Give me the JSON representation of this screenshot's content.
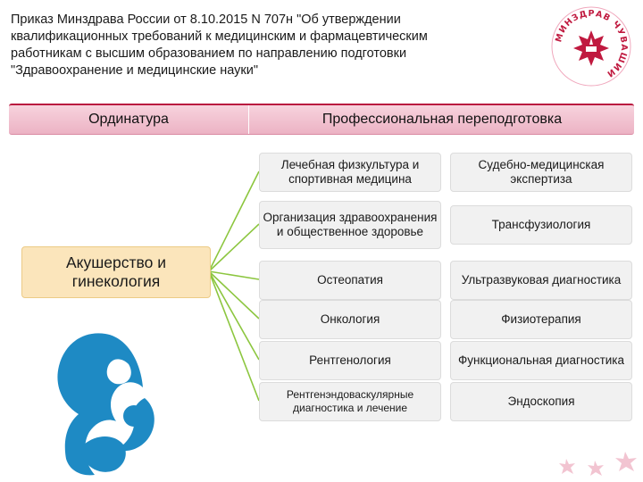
{
  "title": "Приказ Минздрава России от 8.10.2015 N 707н \"Об утверждении\nквалификационных требований к медицинским и фармацевтическим\nработникам с высшим образованием по направлению подготовки\n\"Здравоохранение и медицинские науки\"",
  "logo": {
    "icon": "ministry-emblem-icon",
    "text": "МИНЗДРАВ ЧУВАШИИ",
    "colors": {
      "primary": "#c0193f",
      "secondary": "#f0a8bd"
    }
  },
  "header": {
    "left": "Ординатура",
    "right": "Профессиональная переподготовка"
  },
  "source": {
    "label": "Акушерство и\nгинекология"
  },
  "specialties_left": [
    {
      "label": "Лечебная физкультура и спортивная медицина"
    },
    {
      "label": "Организация здравоохранения и общественное здоровье"
    },
    {
      "label": "Остеопатия"
    },
    {
      "label": "Онкология"
    },
    {
      "label": "Рентгенология"
    },
    {
      "label": "Рентгенэндоваскулярные диагностика и лечение"
    }
  ],
  "specialties_right": [
    {
      "label": "Судебно-медицинская экспертиза"
    },
    {
      "label": "Трансфузиология"
    },
    {
      "label": "Ультразвуковая диагностика"
    },
    {
      "label": "Физиотерапия"
    },
    {
      "label": "Функциональная диагностика"
    },
    {
      "label": "Эндоскопия"
    }
  ],
  "colors": {
    "accent": "#b9193f",
    "header_fill": "#f1c3d1",
    "source_fill": "#fbe5bb",
    "connector": "#8cc63f",
    "mother_icon": "#1e8ac4",
    "stars": "#f2c4d1"
  },
  "icons": [
    "mother-and-child-icon",
    "decorative-stars-icon"
  ]
}
